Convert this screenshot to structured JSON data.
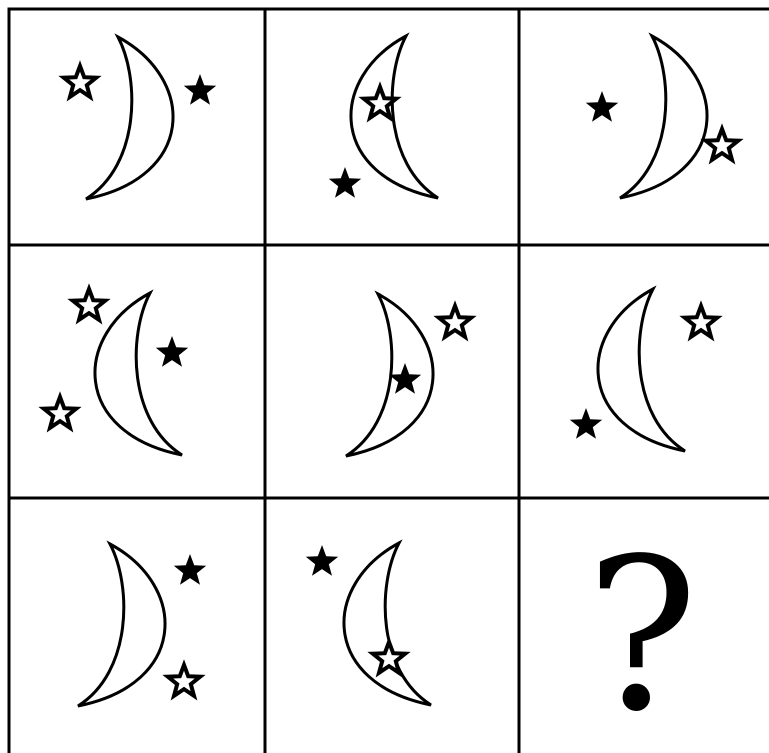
{
  "puzzle": {
    "question_mark": "?",
    "icons": {
      "moon": "crescent-moon-icon",
      "star_filled": "filled-star-icon",
      "star_outline": "outline-star-icon"
    },
    "colors": {
      "line": "#000000",
      "background": "#ffffff"
    },
    "cells": [
      {
        "moon": "faces-left",
        "stars": [
          "outline",
          "filled"
        ]
      },
      {
        "moon": "faces-right",
        "stars": [
          "outline",
          "filled"
        ]
      },
      {
        "moon": "faces-left",
        "stars": [
          "filled",
          "outline"
        ]
      },
      {
        "moon": "faces-right",
        "stars": [
          "outline",
          "filled",
          "outline"
        ]
      },
      {
        "moon": "faces-left",
        "stars": [
          "outline",
          "filled"
        ]
      },
      {
        "moon": "faces-right",
        "stars": [
          "outline",
          "filled"
        ]
      },
      {
        "moon": "faces-left",
        "stars": [
          "filled",
          "outline"
        ]
      },
      {
        "moon": "faces-right",
        "stars": [
          "filled",
          "outline"
        ]
      },
      {
        "moon": "unknown",
        "stars": []
      }
    ]
  }
}
